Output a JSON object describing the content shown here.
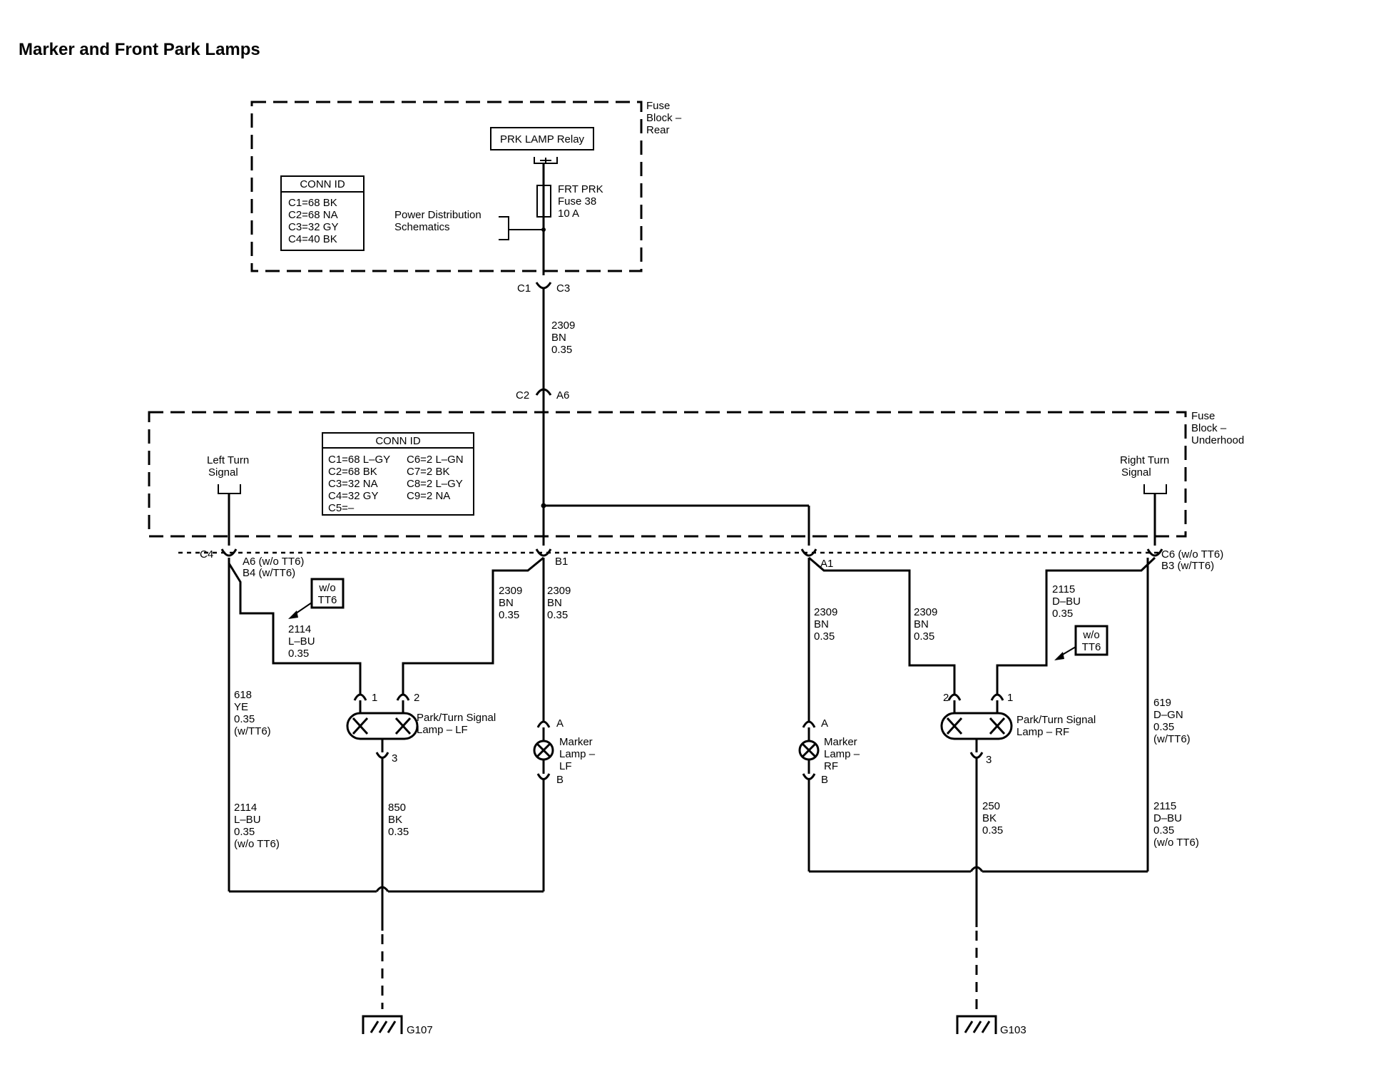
{
  "title": "Marker and Front Park Lamps",
  "fuse_block_rear": {
    "label": [
      "Fuse",
      "Block –",
      "Rear"
    ],
    "conn_id": {
      "header": "CONN ID",
      "rows": [
        "C1=68 BK",
        "C2=68 NA",
        "C3=32 GY",
        "C4=40 BK"
      ]
    },
    "relay": "PRK LAMP Relay",
    "fuse": [
      "FRT PRK",
      "Fuse 38",
      "10 A"
    ],
    "power_ref": [
      "Power Distribution",
      "Schematics"
    ]
  },
  "connector_top": {
    "left": "C1",
    "right": "C3"
  },
  "wire_main": [
    "2309",
    "BN",
    "0.35"
  ],
  "connector_mid": {
    "left": "C2",
    "right": "A6"
  },
  "fuse_block_underhood": {
    "label": [
      "Fuse",
      "Block –",
      "Underhood"
    ],
    "conn_id": {
      "header": "CONN ID",
      "col1": [
        "C1=68 L–GY",
        "C2=68 BK",
        "C3=32 NA",
        "C4=32 GY",
        "C5=–"
      ],
      "col2": [
        "C6=2 L–GN",
        "C7=2 BK",
        "C8=2 L–GY",
        "C9=2 NA"
      ]
    },
    "left_turn": [
      "Left Turn",
      "Signal"
    ],
    "right_turn": [
      "Right Turn",
      "Signal"
    ]
  },
  "pins": {
    "c4": "C4",
    "a6": [
      "A6 (w/o TT6)",
      "B4 (w/TT6)"
    ],
    "b1": "B1",
    "a1": "A1",
    "c6": [
      "C6 (w/o TT6)",
      "B3 (w/TT6)"
    ]
  },
  "option_box": [
    "w/o",
    "TT6"
  ],
  "wires": {
    "w2114_top": [
      "2114",
      "L–BU",
      "0.35"
    ],
    "w2309_lf_a": [
      "2309",
      "BN",
      "0.35"
    ],
    "w2309_lf_b": [
      "2309",
      "BN",
      "0.35"
    ],
    "w618": [
      "618",
      "YE",
      "0.35",
      "(w/TT6)"
    ],
    "w2114_bot": [
      "2114",
      "L–BU",
      "0.35",
      "(w/o TT6)"
    ],
    "w850": [
      "850",
      "BK",
      "0.35"
    ],
    "w2309_rf_a": [
      "2309",
      "BN",
      "0.35"
    ],
    "w2309_rf_b": [
      "2309",
      "BN",
      "0.35"
    ],
    "w2115_top": [
      "2115",
      "D–BU",
      "0.35"
    ],
    "w619": [
      "619",
      "D–GN",
      "0.35",
      "(w/TT6)"
    ],
    "w2115_bot": [
      "2115",
      "D–BU",
      "0.35",
      "(w/o TT6)"
    ],
    "w250": [
      "250",
      "BK",
      "0.35"
    ]
  },
  "lamps": {
    "park_lf": [
      "Park/Turn Signal",
      "Lamp – LF"
    ],
    "marker_lf": [
      "Marker",
      "Lamp –",
      "LF"
    ],
    "marker_rf": [
      "Marker",
      "Lamp –",
      "RF"
    ],
    "park_rf": [
      "Park/Turn Signal",
      "Lamp – RF"
    ]
  },
  "lamp_pins": {
    "p1": "1",
    "p2": "2",
    "p3": "3",
    "pa": "A",
    "pb": "B"
  },
  "grounds": {
    "left": "G107",
    "right": "G103"
  }
}
